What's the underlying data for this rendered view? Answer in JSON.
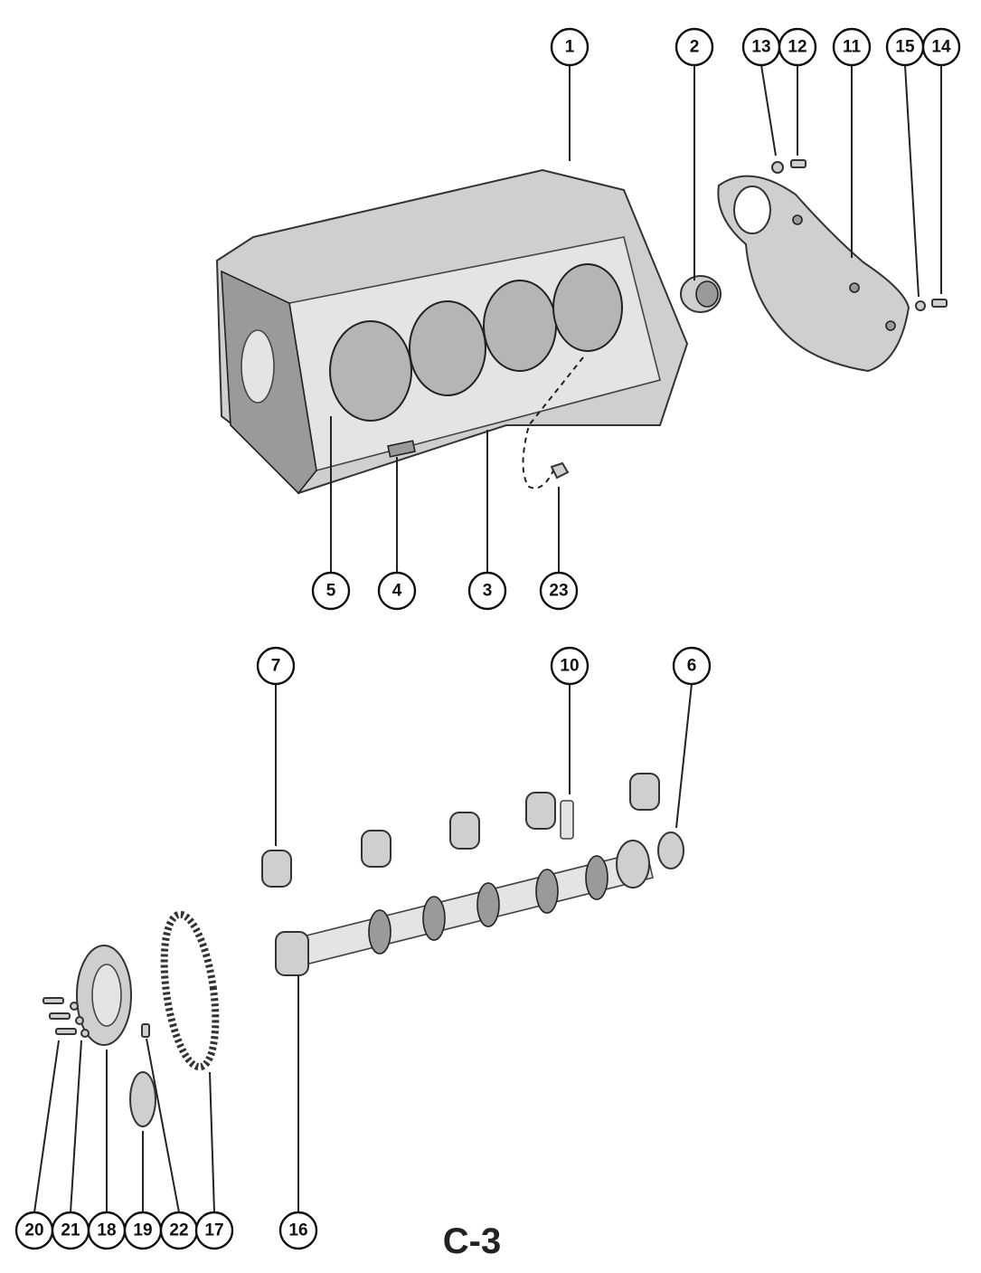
{
  "page_label": "C-3",
  "callouts": [
    "1",
    "2",
    "13",
    "12",
    "11",
    "15",
    "14",
    "5",
    "4",
    "3",
    "23",
    "7",
    "10",
    "6",
    "20",
    "21",
    "18",
    "19",
    "22",
    "17",
    "16"
  ],
  "colors": {
    "ink": "#111111",
    "part_fill": "#cfcfcf",
    "background": "#ffffff"
  }
}
